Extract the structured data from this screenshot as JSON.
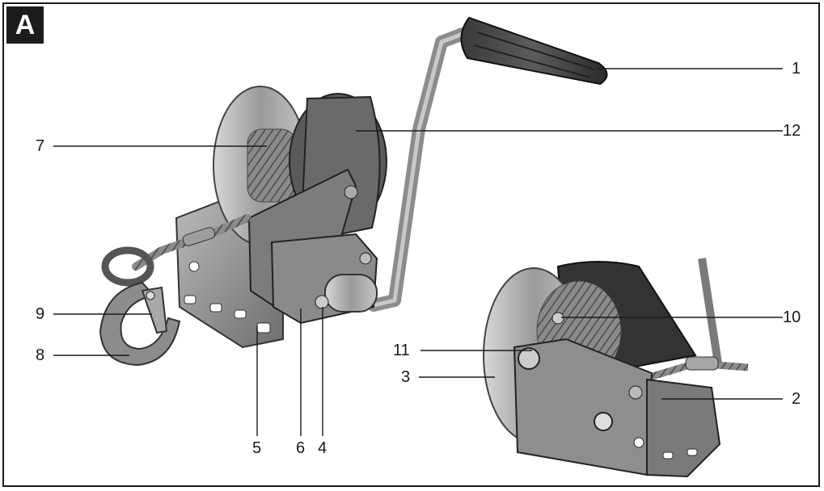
{
  "figure": {
    "badge": "A",
    "callouts": {
      "c1": "1",
      "c2": "2",
      "c3": "3",
      "c4": "4",
      "c5": "5",
      "c6": "6",
      "c7": "7",
      "c8": "8",
      "c9": "9",
      "c10": "10",
      "c11": "11",
      "c12": "12"
    }
  }
}
